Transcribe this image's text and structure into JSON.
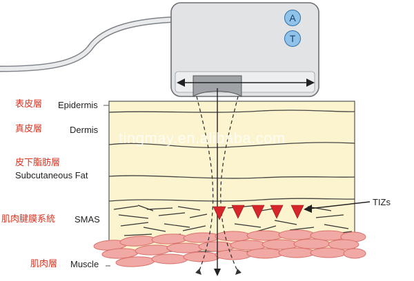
{
  "device": {
    "button_a": "A",
    "button_t": "T"
  },
  "layers": [
    {
      "zh": "表皮層",
      "en": "Epidermis"
    },
    {
      "zh": "真皮層",
      "en": "Dermis"
    },
    {
      "zh": "皮下脂肪層",
      "en": "Subcutaneous Fat"
    },
    {
      "zh": "肌肉腱膜系統",
      "en": "SMAS"
    },
    {
      "zh": "肌肉層",
      "en": "Muscle"
    }
  ],
  "tiz_label": "TIZs",
  "watermark": "tingmay.en.alibaba.com",
  "colors": {
    "skin": "#fbf4cf",
    "zh_label": "#d9321f",
    "muscle": "#f0a9a4",
    "tiz": "#d7262a",
    "device_body": "#e2e3e5",
    "button": "#8fc3ea"
  }
}
